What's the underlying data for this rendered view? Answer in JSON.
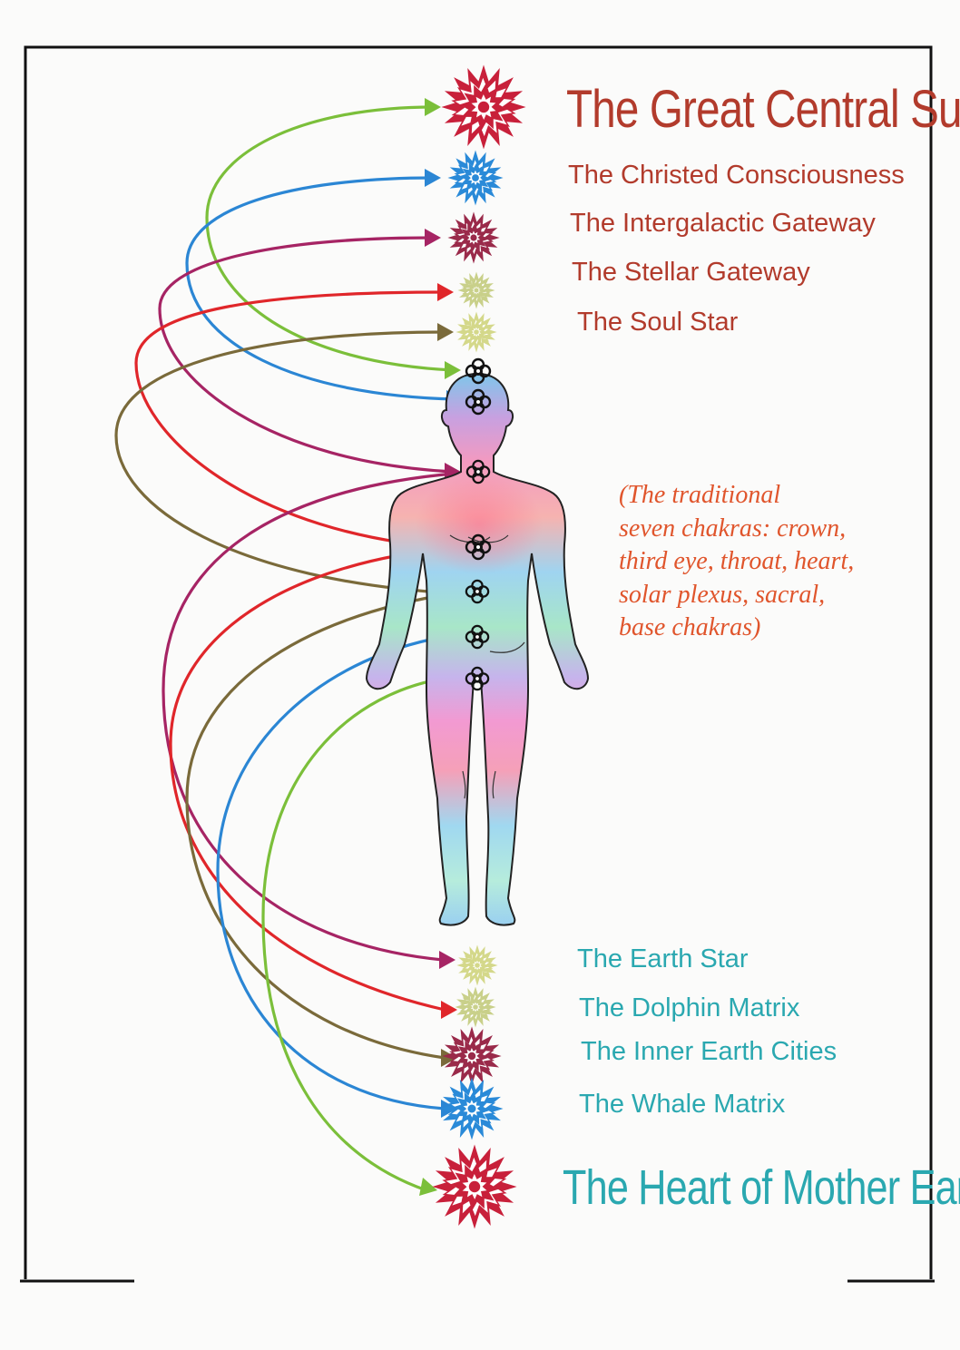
{
  "upper_centers": [
    {
      "label": "The Great Central Sun",
      "color": "#c8203a"
    },
    {
      "label": "The Christed Consciousness",
      "color": "#2a8ad8"
    },
    {
      "label": "The Intergalactic Gateway",
      "color": "#9a2a4a"
    },
    {
      "label": "The Stellar Gateway",
      "color": "#c9d08a"
    },
    {
      "label": "The Soul Star",
      "color": "#d4d88a"
    }
  ],
  "lower_centers": [
    {
      "label": "The Earth Star",
      "color": "#d4d88a"
    },
    {
      "label": "The Dolphin Matrix",
      "color": "#c9d08a"
    },
    {
      "label": "The Inner Earth Cities",
      "color": "#9a2a4a"
    },
    {
      "label": "The Whale Matrix",
      "color": "#2a8ad8"
    },
    {
      "label": "The Heart of Mother Earth",
      "color": "#c8203a"
    }
  ],
  "note_lines": [
    "(The traditional",
    "seven chakras: crown,",
    "third eye, throat, heart,",
    "solar plexus, sacral,",
    "base chakras)"
  ],
  "arrow_colors": {
    "green": "#7bbf3a",
    "blue": "#2b86d4",
    "purple": "#a62464",
    "red": "#e0262a",
    "olive": "#7a6a3a"
  },
  "colors": {
    "upper_text": "#b23b2c",
    "lower_text": "#2aa8b0",
    "note_text": "#e0552c",
    "frame": "#111111"
  }
}
